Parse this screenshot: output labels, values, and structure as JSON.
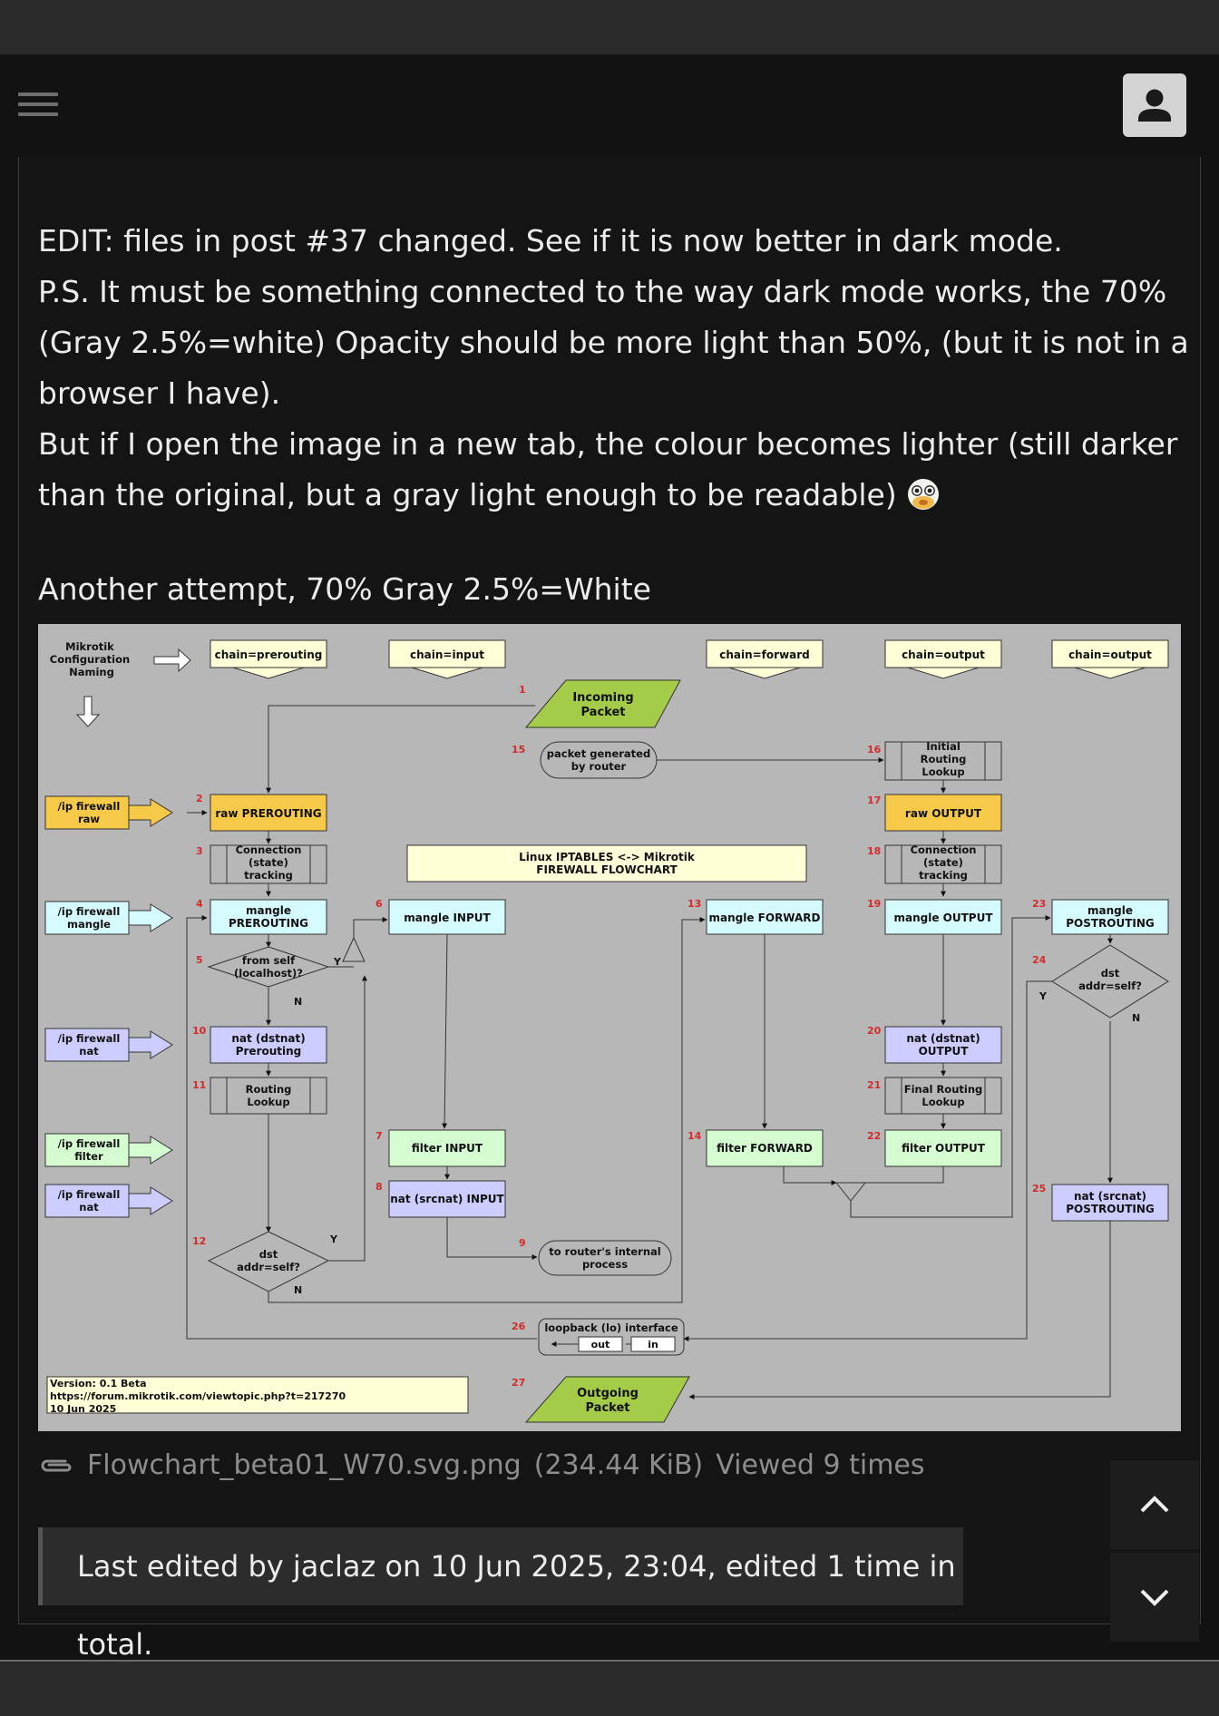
{
  "post": {
    "partial_line": "...",
    "edit_line": "EDIT: files in post #37 changed. See if it is now better in dark mode.",
    "ps_line": "P.S. It must be something connected to the way dark mode works, the 70% (Gray 2.5%=white) Opacity should be more light than 50%, (but it is not in a browser I have).",
    "but_line": "But if I open the image in a new tab, the colour becomes lighter (still darker than the original, but a gray light enough to be readable)",
    "another_attempt": "Another attempt, 70% Gray 2.5%=White"
  },
  "attachment": {
    "filename": "Flowchart_beta01_W70.svg.png",
    "size": "(234.44 KiB)",
    "views": "Viewed 9 times"
  },
  "edit_note": "Last edited by jaclaz on 10 Jun 2025, 23:04, edited 1 time in total.",
  "flowchart": {
    "naming_title": [
      "Mikrotik",
      "Configuration",
      "Naming"
    ],
    "chains": [
      "chain=prerouting",
      "chain=input",
      "chain=forward",
      "chain=output",
      "chain=output"
    ],
    "side_labels": [
      [
        "/ip firewall",
        "raw"
      ],
      [
        "/ip firewall",
        "mangle"
      ],
      [
        "/ip firewall",
        "nat"
      ],
      [
        "/ip firewall",
        "filter"
      ],
      [
        "/ip firewall",
        "nat"
      ]
    ],
    "incoming": [
      "Incoming",
      "Packet"
    ],
    "outgoing": [
      "Outgoing",
      "Packet"
    ],
    "packet_generated": [
      "packet generated",
      "by router"
    ],
    "initial_routing": [
      "Initial",
      "Routing",
      "Lookup"
    ],
    "raw_prerouting": "raw PREROUTING",
    "raw_output": "raw OUTPUT",
    "conn_tracking": [
      "Connection",
      "(state)",
      "tracking"
    ],
    "title_box": [
      "Linux IPTABLES <-> Mikrotik",
      "FIREWALL FLOWCHART"
    ],
    "mangle_prerouting": [
      "mangle",
      "PREROUTING"
    ],
    "mangle_input": "mangle INPUT",
    "mangle_forward": "mangle FORWARD",
    "mangle_output": "mangle OUTPUT",
    "mangle_postrouting": [
      "mangle",
      "POSTROUTING"
    ],
    "from_self": [
      "from self",
      "(localhost)?"
    ],
    "dst_self": [
      "dst",
      "addr=self?"
    ],
    "nat_dstnat_pre": [
      "nat (dstnat)",
      "Prerouting"
    ],
    "nat_dstnat_out": [
      "nat (dstnat)",
      "OUTPUT"
    ],
    "routing_lookup": [
      "Routing",
      "Lookup"
    ],
    "final_routing": [
      "Final Routing",
      "Lookup"
    ],
    "filter_input": "filter INPUT",
    "filter_forward": "filter FORWARD",
    "filter_output": "filter OUTPUT",
    "nat_srcnat_input": "nat (srcnat) INPUT",
    "nat_srcnat_post": [
      "nat (srcnat)",
      "POSTROUTING"
    ],
    "router_internal": [
      "to router's internal",
      "process"
    ],
    "loopback": "loopback (lo) interface",
    "lo_out": "out",
    "lo_in": "in",
    "yes": "Y",
    "no": "N",
    "version": [
      "Version: 0.1 Beta",
      "https://forum.mikrotik.com/viewtopic.php?t=217270",
      "10 Jun 2025"
    ],
    "numbers": [
      "1",
      "2",
      "3",
      "4",
      "5",
      "6",
      "7",
      "8",
      "9",
      "10",
      "11",
      "12",
      "13",
      "14",
      "15",
      "16",
      "17",
      "18",
      "19",
      "20",
      "21",
      "22",
      "23",
      "24",
      "25",
      "26",
      "27"
    ]
  },
  "colors": {
    "raw": "#f7c948",
    "mangle": "#d5fbff",
    "nat": "#ccccff",
    "filter": "#d4fcd0",
    "chain": "#ffffd8",
    "packet": "#a5cc48"
  }
}
